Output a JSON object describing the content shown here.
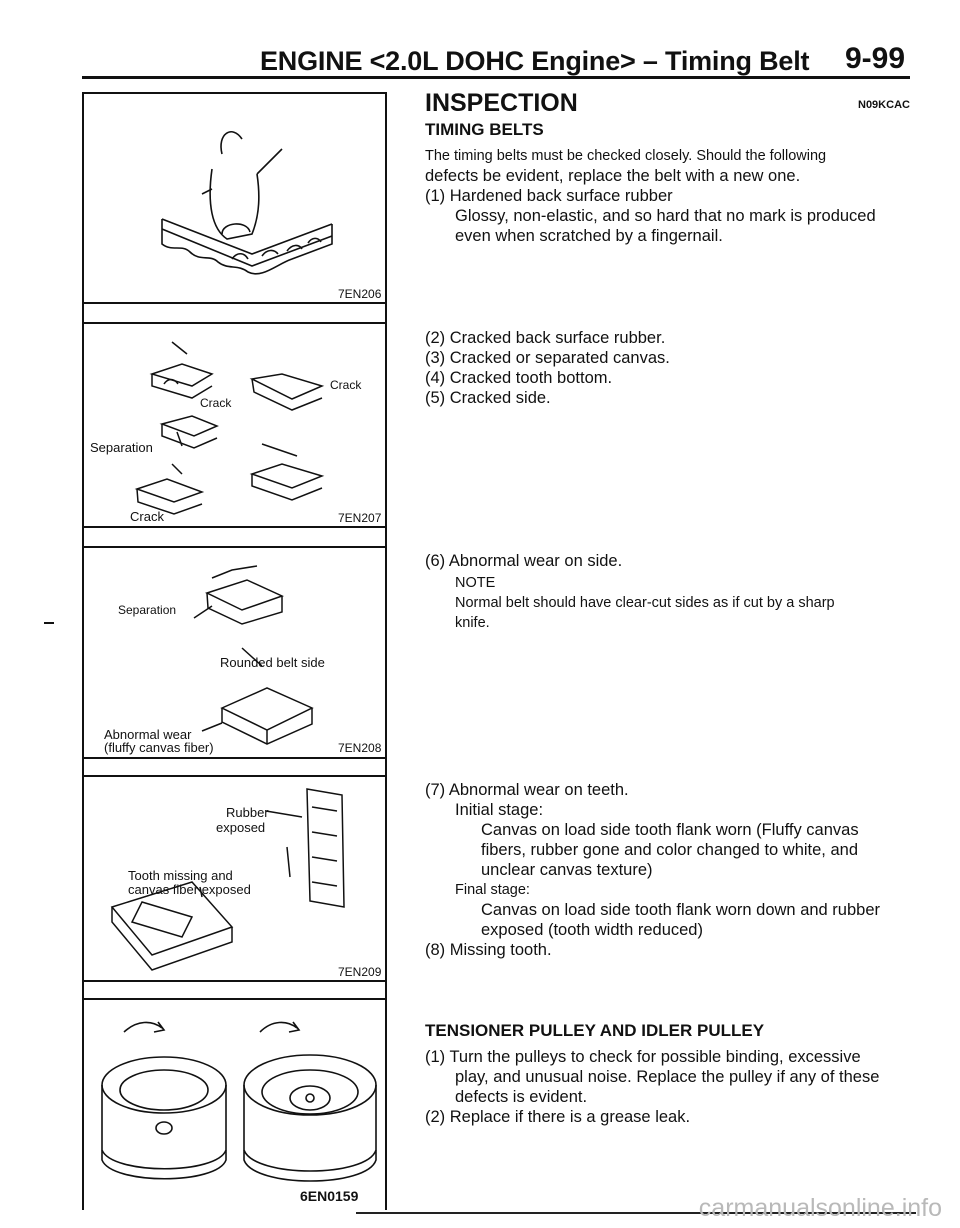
{
  "header": {
    "title": "ENGINE <2.0L DOHC Engine> – Timing Belt",
    "page": "9-99"
  },
  "figures": {
    "fig1": {
      "code": "7EN206"
    },
    "fig2": {
      "code": "7EN207",
      "labels": [
        "Crack",
        "Crack",
        "Separation",
        "Crack"
      ]
    },
    "fig3": {
      "code": "7EN208",
      "separation": "Separation",
      "rounded": "Rounded belt side",
      "abnormal": "Abnormal wear",
      "fluffy": "(fluffy canvas fiber)"
    },
    "fig4": {
      "code": "7EN209",
      "rubber": "Rubber",
      "exposed": "exposed",
      "tooth1": "Tooth missing and",
      "tooth2": "canvas fiber exposed"
    },
    "fig5": {
      "code": "6EN0159"
    }
  },
  "content": {
    "heading": "INSPECTION",
    "code": "N09KCAC",
    "sub1": "TIMING BELTS",
    "intro1": "The timing belts must be checked closely. Should the following",
    "intro2": "defects be evident, replace the belt with a new one.",
    "i1": "(1) Hardened back surface rubber",
    "i1a": "Glossy, non-elastic, and so hard that no mark is produced",
    "i1b": "even when scratched by a fingernail.",
    "i2": "(2) Cracked back surface rubber.",
    "i3": "(3) Cracked or separated canvas.",
    "i4": "(4) Cracked tooth bottom.",
    "i5": "(5) Cracked side.",
    "i6": "(6) Abnormal wear on side.",
    "note": "NOTE",
    "note1": "Normal belt should have clear-cut sides as if cut by a sharp",
    "note2": "knife.",
    "i7": "(7) Abnormal wear on teeth.",
    "initial": "Initial stage:",
    "init1": "Canvas on load side tooth flank worn (Fluffy canvas",
    "init2": "fibers, rubber gone and color changed to white, and",
    "init3": "unclear canvas texture)",
    "final": "Final stage:",
    "fin1": "Canvas on load side tooth flank worn down and rubber",
    "fin2": "exposed (tooth width reduced)",
    "i8": "(8) Missing tooth.",
    "sub2": "TENSIONER PULLEY AND IDLER PULLEY",
    "t1a": "(1) Turn the pulleys to check for possible binding, excessive",
    "t1b": "play, and unusual noise. Replace the pulley if any of these",
    "t1c": "defects is evident.",
    "t2": "(2) Replace if there is a grease leak."
  },
  "watermark": "carmanualsonline.info"
}
